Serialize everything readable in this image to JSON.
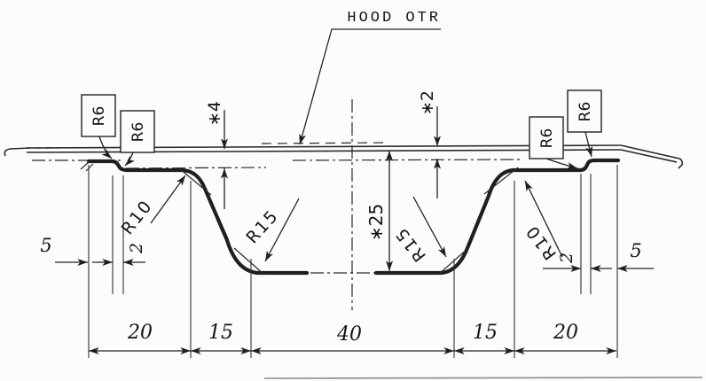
{
  "drawing": {
    "callout": "HOOD OTR",
    "radius_labels": {
      "left_outer_box": "R6",
      "left_inner_box": "R6",
      "right_inner_box": "R6",
      "right_outer_box": "R6",
      "left_upper": "R10",
      "left_lower": "R15",
      "right_lower": "R15",
      "right_upper": "R10"
    },
    "dimensions": {
      "panel_gap_left": "∗4",
      "panel_gap_right": "∗2",
      "trough_depth": "∗25",
      "left_offset": "5",
      "left_step": "2",
      "right_step": "2",
      "right_offset": "5",
      "bottom_chain": [
        "20",
        "15",
        "40",
        "15",
        "20"
      ]
    },
    "colors": {
      "ink": "#1f1f1f",
      "paper": "#fcfcfa"
    }
  }
}
